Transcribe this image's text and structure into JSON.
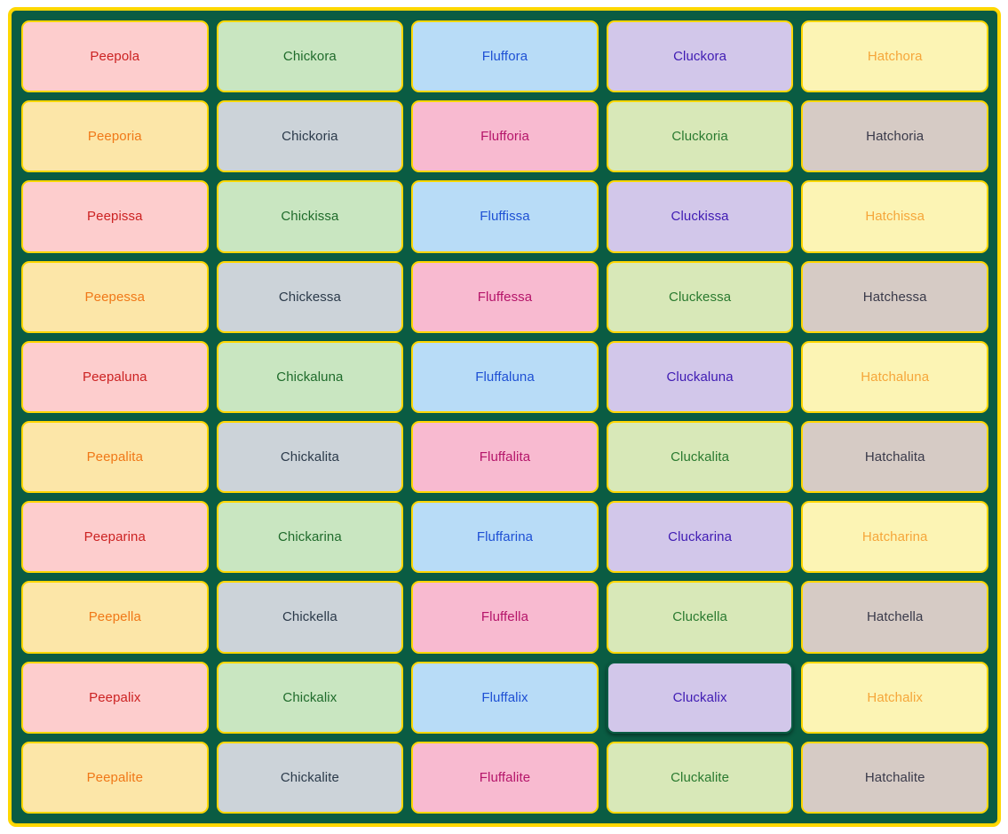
{
  "frame": {
    "background_color": "#0a5c43",
    "border_color": "#ffd700",
    "page_background": "#ffffff"
  },
  "grid": {
    "columns": 5,
    "rows": 10,
    "selected_cell": "Cluckalix"
  },
  "palette": {
    "pink_bg": "#fdcdcd",
    "pink_text": "#cc2222",
    "cream_bg": "#fce6a8",
    "cream_text": "#f07818",
    "mintgreen_bg": "#c9e6c1",
    "mintgreen_text": "#1f6b2b",
    "bluegray_bg": "#ccd3d9",
    "bluegray_text": "#2b3a4a",
    "skyblue_bg": "#b8dcf7",
    "skyblue_text": "#1e50d4",
    "hotpink_bg": "#f8bad0",
    "hotpink_text": "#b5156a",
    "lavender_bg": "#d2c7ea",
    "lavender_text": "#3f1bb3",
    "palegreen_bg": "#d8e8b8",
    "palegreen_text": "#2a7a2f",
    "paleyellow_bg": "#fcf4b4",
    "paleyellow_text": "#f5a63a",
    "tan_bg": "#d6cbc5",
    "tan_text": "#3a3a4a"
  },
  "cells": [
    {
      "label": "Peepola",
      "bg": "#fdcdcd",
      "fg": "#cc2222",
      "selected": false
    },
    {
      "label": "Chickora",
      "bg": "#c9e6c1",
      "fg": "#1f6b2b",
      "selected": false
    },
    {
      "label": "Fluffora",
      "bg": "#b8dcf7",
      "fg": "#1e50d4",
      "selected": false
    },
    {
      "label": "Cluckora",
      "bg": "#d2c7ea",
      "fg": "#3f1bb3",
      "selected": false
    },
    {
      "label": "Hatchora",
      "bg": "#fcf4b4",
      "fg": "#f5a63a",
      "selected": false
    },
    {
      "label": "Peeporia",
      "bg": "#fce6a8",
      "fg": "#f07818",
      "selected": false
    },
    {
      "label": "Chickoria",
      "bg": "#ccd3d9",
      "fg": "#2b3a4a",
      "selected": false
    },
    {
      "label": "Flufforia",
      "bg": "#f8bad0",
      "fg": "#b5156a",
      "selected": false
    },
    {
      "label": "Cluckoria",
      "bg": "#d8e8b8",
      "fg": "#2a7a2f",
      "selected": false
    },
    {
      "label": "Hatchoria",
      "bg": "#d6cbc5",
      "fg": "#3a3a4a",
      "selected": false
    },
    {
      "label": "Peepissa",
      "bg": "#fdcdcd",
      "fg": "#cc2222",
      "selected": false
    },
    {
      "label": "Chickissa",
      "bg": "#c9e6c1",
      "fg": "#1f6b2b",
      "selected": false
    },
    {
      "label": "Fluffissa",
      "bg": "#b8dcf7",
      "fg": "#1e50d4",
      "selected": false
    },
    {
      "label": "Cluckissa",
      "bg": "#d2c7ea",
      "fg": "#3f1bb3",
      "selected": false
    },
    {
      "label": "Hatchissa",
      "bg": "#fcf4b4",
      "fg": "#f5a63a",
      "selected": false
    },
    {
      "label": "Peepessa",
      "bg": "#fce6a8",
      "fg": "#f07818",
      "selected": false
    },
    {
      "label": "Chickessa",
      "bg": "#ccd3d9",
      "fg": "#2b3a4a",
      "selected": false
    },
    {
      "label": "Fluffessa",
      "bg": "#f8bad0",
      "fg": "#b5156a",
      "selected": false
    },
    {
      "label": "Cluckessa",
      "bg": "#d8e8b8",
      "fg": "#2a7a2f",
      "selected": false
    },
    {
      "label": "Hatchessa",
      "bg": "#d6cbc5",
      "fg": "#3a3a4a",
      "selected": false
    },
    {
      "label": "Peepaluna",
      "bg": "#fdcdcd",
      "fg": "#cc2222",
      "selected": false
    },
    {
      "label": "Chickaluna",
      "bg": "#c9e6c1",
      "fg": "#1f6b2b",
      "selected": false
    },
    {
      "label": "Fluffaluna",
      "bg": "#b8dcf7",
      "fg": "#1e50d4",
      "selected": false
    },
    {
      "label": "Cluckaluna",
      "bg": "#d2c7ea",
      "fg": "#3f1bb3",
      "selected": false
    },
    {
      "label": "Hatchaluna",
      "bg": "#fcf4b4",
      "fg": "#f5a63a",
      "selected": false
    },
    {
      "label": "Peepalita",
      "bg": "#fce6a8",
      "fg": "#f07818",
      "selected": false
    },
    {
      "label": "Chickalita",
      "bg": "#ccd3d9",
      "fg": "#2b3a4a",
      "selected": false
    },
    {
      "label": "Fluffalita",
      "bg": "#f8bad0",
      "fg": "#b5156a",
      "selected": false
    },
    {
      "label": "Cluckalita",
      "bg": "#d8e8b8",
      "fg": "#2a7a2f",
      "selected": false
    },
    {
      "label": "Hatchalita",
      "bg": "#d6cbc5",
      "fg": "#3a3a4a",
      "selected": false
    },
    {
      "label": "Peeparina",
      "bg": "#fdcdcd",
      "fg": "#cc2222",
      "selected": false
    },
    {
      "label": "Chickarina",
      "bg": "#c9e6c1",
      "fg": "#1f6b2b",
      "selected": false
    },
    {
      "label": "Fluffarina",
      "bg": "#b8dcf7",
      "fg": "#1e50d4",
      "selected": false
    },
    {
      "label": "Cluckarina",
      "bg": "#d2c7ea",
      "fg": "#3f1bb3",
      "selected": false
    },
    {
      "label": "Hatcharina",
      "bg": "#fcf4b4",
      "fg": "#f5a63a",
      "selected": false
    },
    {
      "label": "Peepella",
      "bg": "#fce6a8",
      "fg": "#f07818",
      "selected": false
    },
    {
      "label": "Chickella",
      "bg": "#ccd3d9",
      "fg": "#2b3a4a",
      "selected": false
    },
    {
      "label": "Fluffella",
      "bg": "#f8bad0",
      "fg": "#b5156a",
      "selected": false
    },
    {
      "label": "Cluckella",
      "bg": "#d8e8b8",
      "fg": "#2a7a2f",
      "selected": false
    },
    {
      "label": "Hatchella",
      "bg": "#d6cbc5",
      "fg": "#3a3a4a",
      "selected": false
    },
    {
      "label": "Peepalix",
      "bg": "#fdcdcd",
      "fg": "#cc2222",
      "selected": false
    },
    {
      "label": "Chickalix",
      "bg": "#c9e6c1",
      "fg": "#1f6b2b",
      "selected": false
    },
    {
      "label": "Fluffalix",
      "bg": "#b8dcf7",
      "fg": "#1e50d4",
      "selected": false
    },
    {
      "label": "Cluckalix",
      "bg": "#d2c7ea",
      "fg": "#3f1bb3",
      "selected": true
    },
    {
      "label": "Hatchalix",
      "bg": "#fcf4b4",
      "fg": "#f5a63a",
      "selected": false
    },
    {
      "label": "Peepalite",
      "bg": "#fce6a8",
      "fg": "#f07818",
      "selected": false
    },
    {
      "label": "Chickalite",
      "bg": "#ccd3d9",
      "fg": "#2b3a4a",
      "selected": false
    },
    {
      "label": "Fluffalite",
      "bg": "#f8bad0",
      "fg": "#b5156a",
      "selected": false
    },
    {
      "label": "Cluckalite",
      "bg": "#d8e8b8",
      "fg": "#2a7a2f",
      "selected": false
    },
    {
      "label": "Hatchalite",
      "bg": "#d6cbc5",
      "fg": "#3a3a4a",
      "selected": false
    }
  ]
}
